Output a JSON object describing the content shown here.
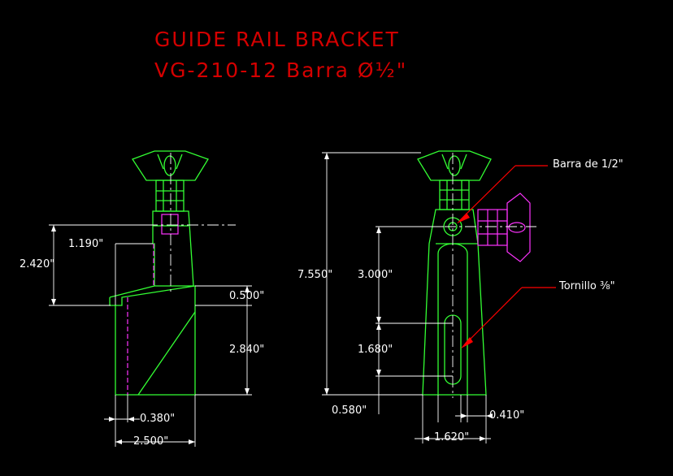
{
  "drawing": {
    "title_line1": "GUIDE RAIL BRACKET",
    "title_line2_prefix": "VG-210-12 Barra ",
    "title_line2_suffix": "Ø½\"",
    "colors": {
      "title": "#d40000",
      "outline": "#33ff33",
      "hidden": "#ff33ff",
      "dimension": "#ffffff",
      "leader": "#ff0000"
    }
  },
  "left_view": {
    "dims": {
      "d1190": "1.190\"",
      "d2420": "2.420\"",
      "d0500": "0.500\"",
      "d2840": "2.840\"",
      "d0380": "0.380\"",
      "d2500": "2.500\""
    }
  },
  "right_view": {
    "dims": {
      "d7550": "7.550\"",
      "d3000": "3.000\"",
      "d1680": "1.680\"",
      "d0580": "0.580\"",
      "d0410": "0.410\"",
      "d1620": "1.620\""
    },
    "notes": {
      "barra": "Barra de 1/2\"",
      "tornillo": "Tornillo ⅜\""
    }
  }
}
